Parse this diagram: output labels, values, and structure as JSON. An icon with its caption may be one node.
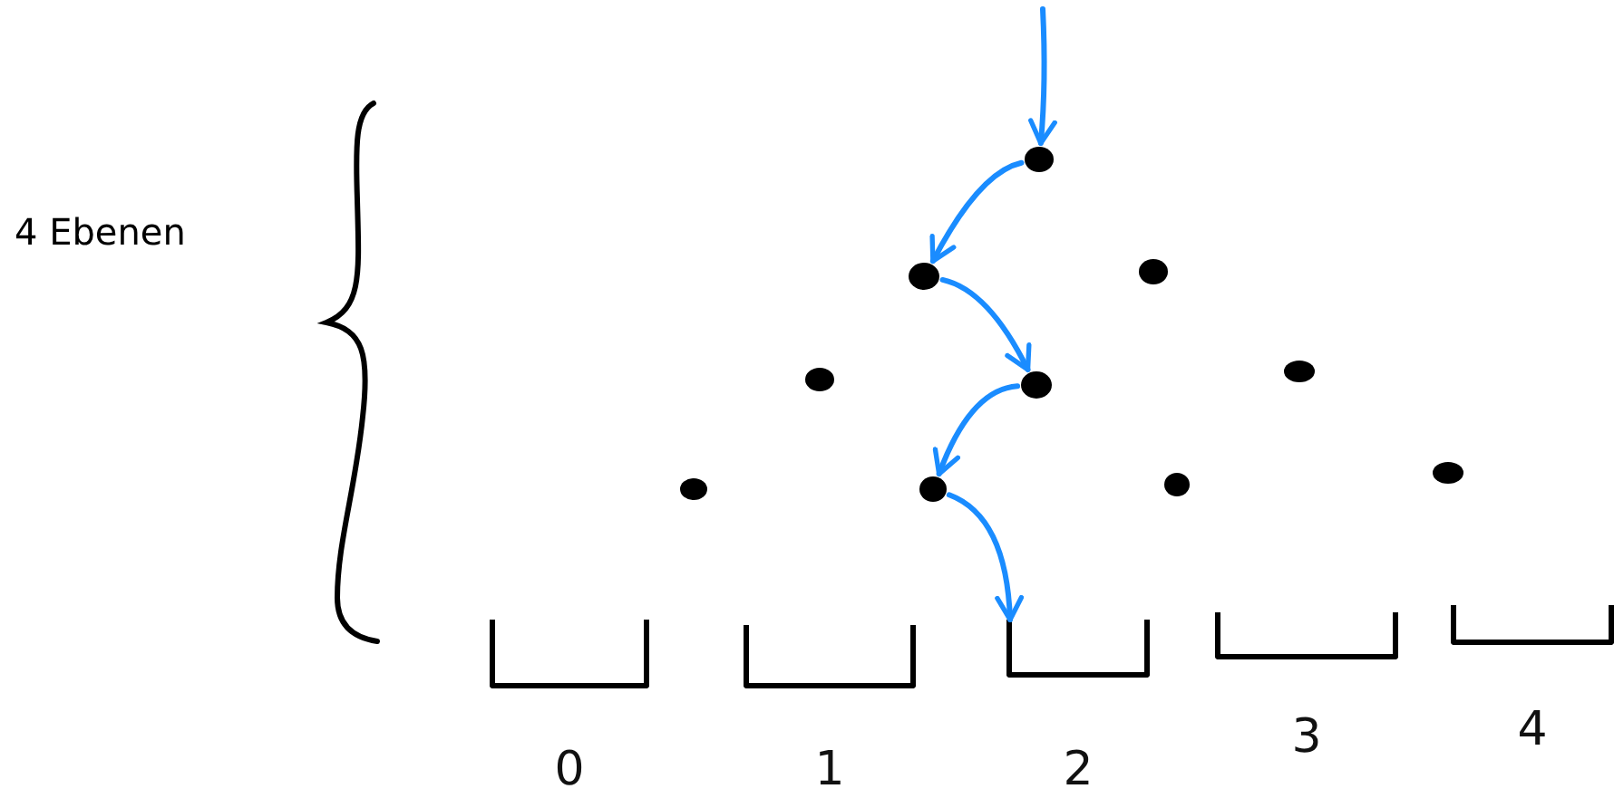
{
  "diagram": {
    "nodes": [
      {
        "text": [],
        "shape": "circle"
      },
      {
        "text": [],
        "shape": "circle"
      },
      {
        "text": [],
        "shape": "circle"
      },
      {
        "text": [],
        "shape": "circle"
      },
      {
        "text": [],
        "shape": "circle"
      },
      {
        "text": [],
        "shape": "circle"
      },
      {
        "text": [],
        "shape": "circle"
      },
      {
        "text": [],
        "shape": "circle"
      },
      {
        "text": [],
        "shape": "circle"
      },
      {
        "text": [],
        "shape": "circle"
      },
      {
        "text": [],
        "shape": "box",
        "beside": [
          "0"
        ]
      },
      {
        "text": [],
        "shape": "box",
        "beside": [
          "1"
        ]
      },
      {
        "text": [],
        "shape": "box",
        "beside": [
          "2"
        ]
      },
      {
        "text": [],
        "shape": "box",
        "beside": [
          "3"
        ]
      },
      {
        "text": [],
        "shape": "box",
        "beside": [
          "4"
        ]
      }
    ],
    "edges": [
      {
        "from": null,
        "to": 0,
        "arrow": "to"
      },
      {
        "from": 0,
        "to": 1,
        "arrow": "to"
      },
      {
        "from": 1,
        "to": 4,
        "arrow": "to"
      },
      {
        "from": 4,
        "to": 7,
        "arrow": "to"
      },
      {
        "from": 7,
        "to": 12,
        "arrow": "to"
      }
    ],
    "labels": [
      "4 Ebenen"
    ]
  }
}
